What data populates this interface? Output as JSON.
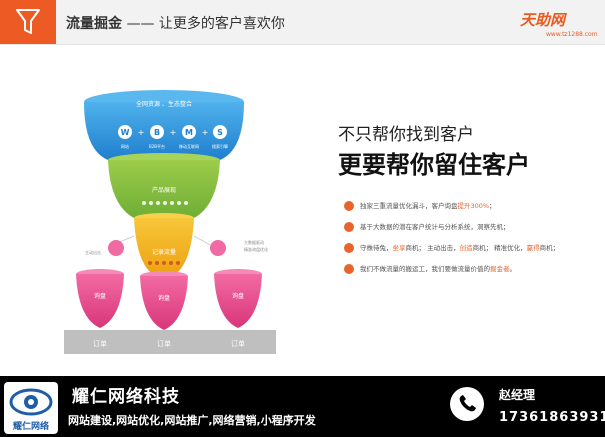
{
  "header": {
    "title_bold": "流量掘金",
    "title_rest": " —— 让更多的客户喜欢你",
    "brand_name": "天助网",
    "brand_url": "www.tz1288.com"
  },
  "funnel": {
    "top_title": "全网资源 、生态整合",
    "circles": [
      {
        "letter": "W",
        "label": "网站"
      },
      {
        "letter": "B",
        "label": "B2B平台"
      },
      {
        "letter": "M",
        "label": "移动互联网"
      },
      {
        "letter": "S",
        "label": "搜索引擎"
      }
    ],
    "mid_label": "产品展现",
    "low_label": "记录流量",
    "side_left": "主动出击",
    "side_right_1": "大数据驱动",
    "side_right_2": "精准询盘优化",
    "cup_label": "询盘",
    "order_label": "订单"
  },
  "headline": {
    "line1": "不只帮你找到客户",
    "line2_prefix": "更要帮你",
    "line2_strong": "留住客户"
  },
  "features": [
    {
      "pre": "独家三重流量优化漏斗，客户询盘",
      "em": "提升300%",
      "post": "；"
    },
    {
      "pre": "基于大数据的潜在客户统计与分析系统，洞察先机",
      "em": "",
      "post": "；"
    },
    {
      "pre": "守株待兔，",
      "em": "坐享",
      "post": "商机； 主动出击，",
      "em2": "创造",
      "post2": "商机； 精准优化，",
      "em3": "赢得",
      "post3": "商机；"
    },
    {
      "pre": "我们不做流量的搬运工，我们要做流量价值的",
      "em": "掘金者",
      "post": "。"
    }
  ],
  "footer": {
    "logo_text": "耀仁网络",
    "company": "耀仁网络科技",
    "services": "网站建设,网站优化,网站推广,网络营销,小程序开发",
    "manager": "赵经理",
    "phone": "17361863931"
  },
  "colors": {
    "accent": "#ee5a24",
    "funnel_blue": "#2f8fd8",
    "funnel_green": "#7dbb3f",
    "funnel_yellow": "#f2b61f",
    "funnel_pink": "#e8498b"
  }
}
